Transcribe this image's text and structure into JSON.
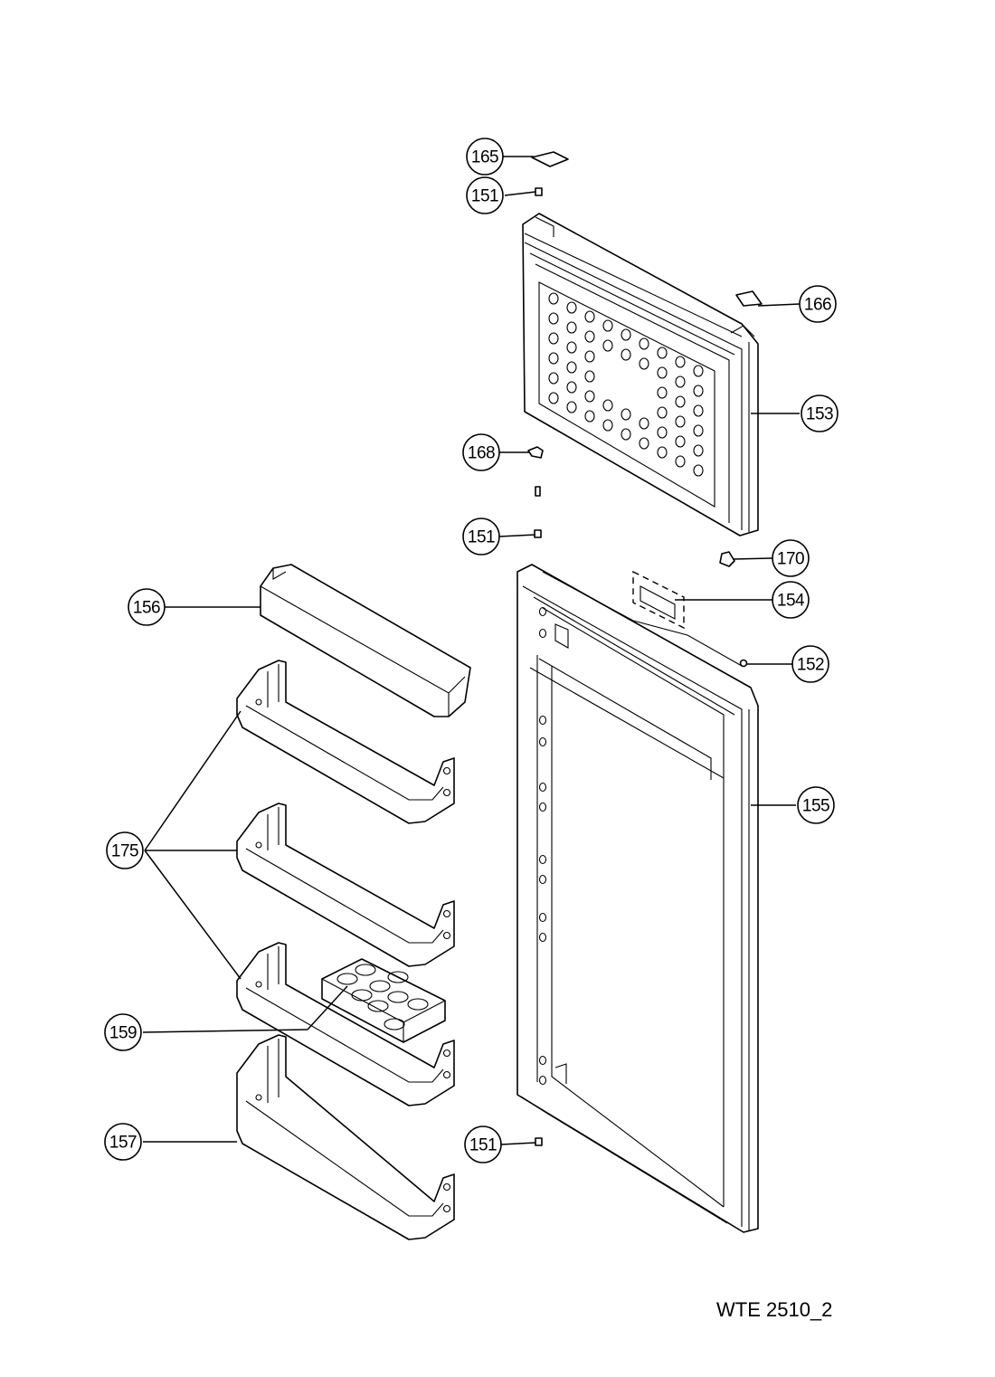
{
  "callouts": [
    {
      "id": "c165",
      "label": "165"
    },
    {
      "id": "c151a",
      "label": "151"
    },
    {
      "id": "c166",
      "label": "166"
    },
    {
      "id": "c153",
      "label": "153"
    },
    {
      "id": "c168",
      "label": "168"
    },
    {
      "id": "c151b",
      "label": "151"
    },
    {
      "id": "c170",
      "label": "170"
    },
    {
      "id": "c156",
      "label": "156"
    },
    {
      "id": "c154",
      "label": "154"
    },
    {
      "id": "c152",
      "label": "152"
    },
    {
      "id": "c175",
      "label": "175"
    },
    {
      "id": "c155",
      "label": "155"
    },
    {
      "id": "c159",
      "label": "159"
    },
    {
      "id": "c157",
      "label": "157"
    },
    {
      "id": "c151c",
      "label": "151"
    }
  ],
  "model_code": "WTE 2510_2"
}
